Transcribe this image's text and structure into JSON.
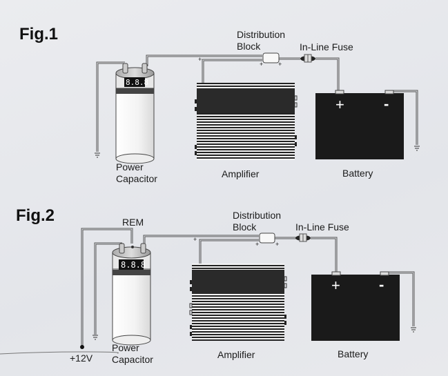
{
  "figures": [
    {
      "title": "Fig.1",
      "labels": {
        "capacitor": [
          "Power",
          "Capacitor"
        ],
        "amplifier": "Amplifier",
        "battery": "Battery",
        "distribution_block": [
          "Distribution",
          "Block"
        ],
        "fuse": "In-Line Fuse"
      },
      "capacitor_display": "8.8.8",
      "battery_terminals": {
        "positive": "+",
        "negative": "-"
      },
      "polarity_marks": [
        "+",
        "+",
        "+"
      ]
    },
    {
      "title": "Fig.2",
      "labels": {
        "capacitor": [
          "Power",
          "Capacitor"
        ],
        "amplifier": "Amplifier",
        "battery": "Battery",
        "distribution_block": [
          "Distribution",
          "Block"
        ],
        "fuse": "In-Line Fuse",
        "remote": "REM",
        "supply": "+12V"
      },
      "capacitor_display": "8.8.8",
      "battery_terminals": {
        "positive": "+",
        "negative": "-"
      },
      "polarity_marks": [
        "+",
        "+",
        "+"
      ]
    }
  ],
  "colors": {
    "background": "#e6e8ec",
    "wire": "#555555",
    "battery": "#1a1a1a",
    "amplifier_dark": "#2a2a2a",
    "capacitor_body": "#f2f2f2"
  }
}
